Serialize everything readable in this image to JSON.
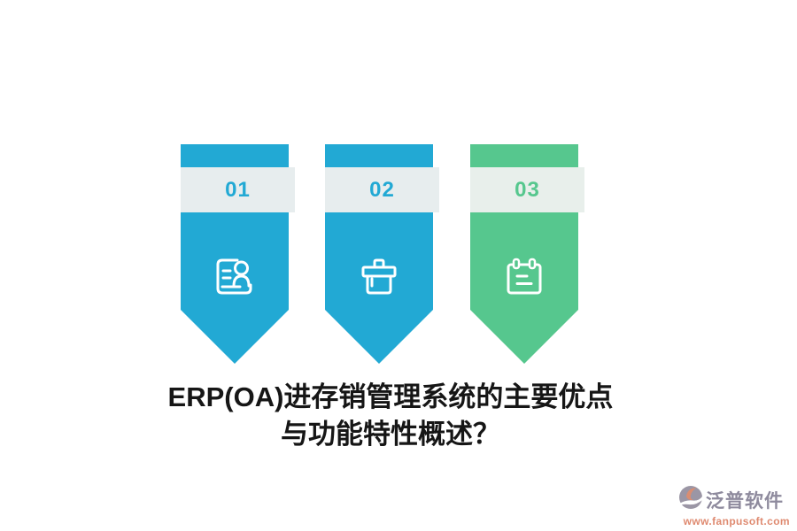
{
  "banners": [
    {
      "number": "01",
      "icon": "contact-card-icon",
      "color": "#22a9d4",
      "band_color": "#e7edee"
    },
    {
      "number": "02",
      "icon": "clean-brush-icon",
      "color": "#22a9d4",
      "band_color": "#e7edee"
    },
    {
      "number": "03",
      "icon": "calendar-note-icon",
      "color": "#56c78e",
      "band_color": "#e8efeb"
    }
  ],
  "title": {
    "line1": "ERP(OA)进存销管理系统的主要优点",
    "line2": "与功能特性概述？"
  },
  "logo": {
    "name": "泛普软件",
    "url": "www.fanpusoft.com",
    "name_color": "#8e8a9d",
    "url_color": "#df8a70"
  }
}
